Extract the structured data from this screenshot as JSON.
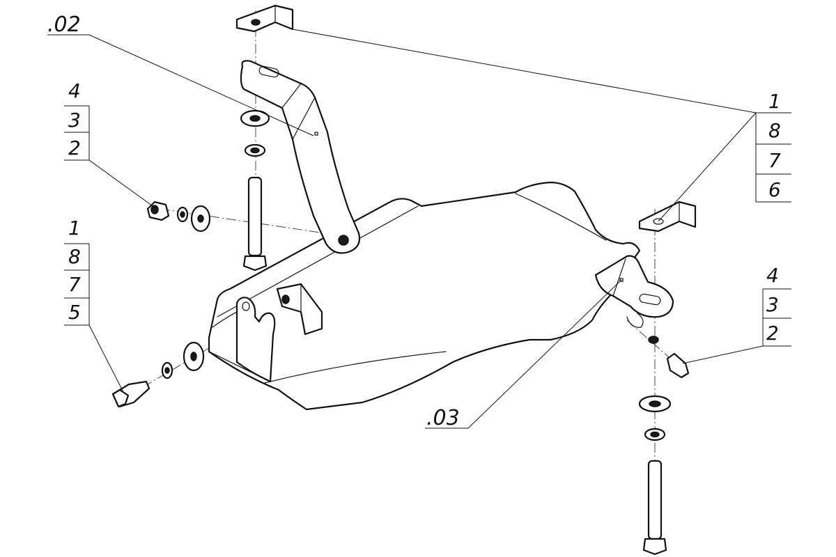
{
  "diagram": {
    "callouts": {
      "ref_02": ".02",
      "ref_03": ".03",
      "stack_upper_left": [
        "4",
        "3",
        "2"
      ],
      "stack_lower_left": [
        "1",
        "8",
        "7",
        "5"
      ],
      "stack_upper_right": [
        "1",
        "8",
        "7",
        "6"
      ],
      "stack_lower_right": [
        "4",
        "3",
        "2"
      ]
    }
  }
}
